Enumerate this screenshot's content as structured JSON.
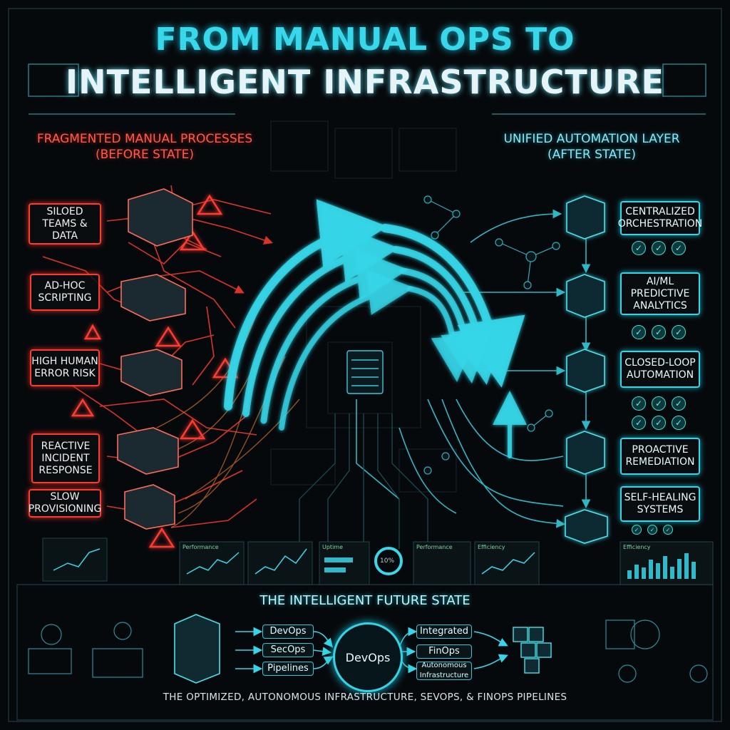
{
  "title": {
    "line1": "FROM MANUAL OPS TO",
    "line2": "INTELLIGENT INFRASTRUCTURE"
  },
  "before": {
    "heading": "FRAGMENTED MANUAL PROCESSES",
    "subheading": "(BEFORE STATE)",
    "items": [
      "SILOED TEAMS & DATA",
      "AD-HOC SCRIPTING",
      "HIGH HUMAN ERROR RISK",
      "REACTIVE INCIDENT RESPONSE",
      "SLOW PROVISIONING"
    ]
  },
  "after": {
    "heading": "UNIFIED AUTOMATION LAYER",
    "subheading": "(AFTER STATE)",
    "items": [
      "CENTRALIZED ORCHESTRATION",
      "AI/ML PREDICTIVE ANALYTICS",
      "CLOSED-LOOP AUTOMATION",
      "PROACTIVE REMEDIATION",
      "SELF-HEALING SYSTEMS"
    ]
  },
  "panels": {
    "labels": [
      "Performance",
      "Uptime",
      "Performance",
      "Efficiency",
      "Efficiency"
    ],
    "gauge": "10%"
  },
  "future": {
    "heading": "THE INTELLIGENT FUTURE STATE",
    "inputs": [
      "DevOps",
      "SecOps",
      "Pipelines"
    ],
    "hub": "DevOps",
    "outputs": [
      "Integrated",
      "FinOps",
      "Autonomous Infrastructure"
    ],
    "footer": "THE OPTIMIZED, AUTONOMOUS INFRASTRUCTURE, SEVOPS, & FINOPS PIPELINES"
  },
  "colors": {
    "danger": "#ff3b30",
    "accent": "#36d6e8",
    "title": "#38d7ea",
    "background": "#06090c"
  }
}
